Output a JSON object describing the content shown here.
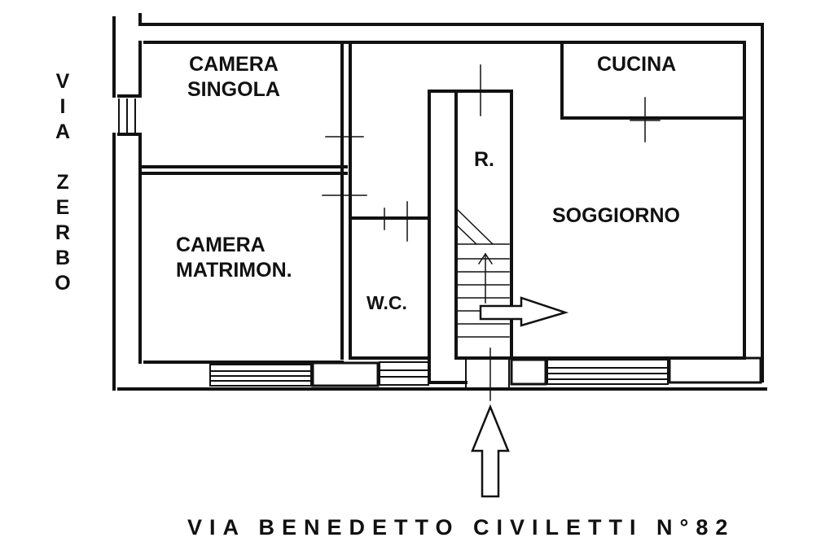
{
  "street_left": {
    "line1": [
      "V",
      "I",
      "A"
    ],
    "line2": [
      "Z",
      "E",
      "R",
      "B",
      "O"
    ]
  },
  "street_bottom": "VIA BENEDETTO CIVILETTI N°82",
  "rooms": {
    "camera_singola": [
      "CAMERA",
      "SINGOLA"
    ],
    "camera_matrimoniale": [
      "CAMERA",
      "MATRIMON."
    ],
    "cucina": "CUCINA",
    "soggiorno": "SOGGIORNO",
    "ripostiglio": "R.",
    "wc": "W.C."
  },
  "colors": {
    "ink": "#111111",
    "background": "#ffffff"
  }
}
